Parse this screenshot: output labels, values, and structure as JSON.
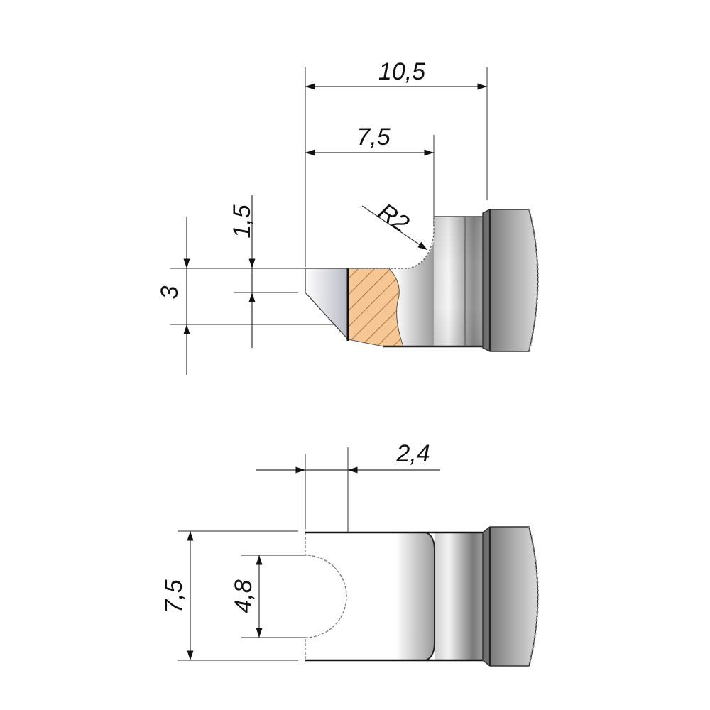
{
  "top_view": {
    "dimensions": {
      "overall_length": "10,5",
      "blade_length": "7,5",
      "radius": "R2",
      "tip_thickness": "1,5",
      "blade_height": "3"
    }
  },
  "bottom_view": {
    "dimensions": {
      "notch_depth": "2,4",
      "blade_width": "7,5",
      "notch_diameter": "4,8"
    }
  },
  "colors": {
    "section_fill": "#f6c794",
    "hatch": "#8a5a2a",
    "metal_dark": "#6e6e6e",
    "metal_light": "#f4f4f4"
  }
}
